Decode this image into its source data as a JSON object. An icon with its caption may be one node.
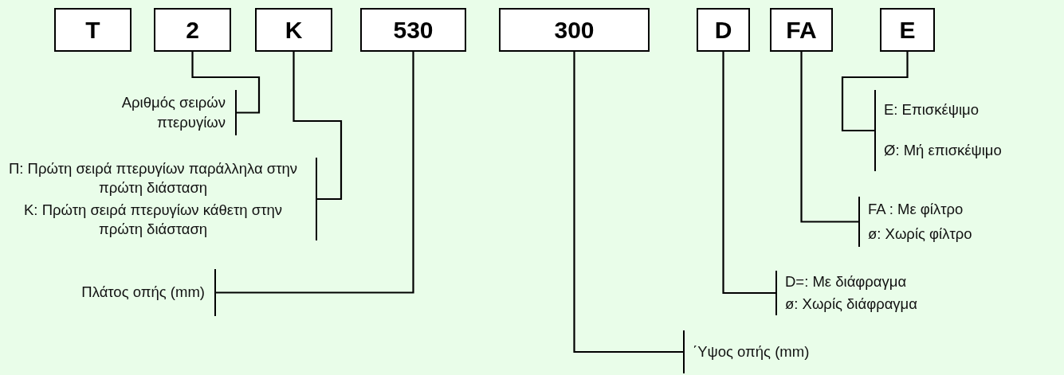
{
  "diagram": {
    "nodes": [
      {
        "text": [
          "T"
        ]
      },
      {
        "text": [
          "2"
        ]
      },
      {
        "text": [
          "K"
        ]
      },
      {
        "text": [
          "530"
        ]
      },
      {
        "text": [
          "300"
        ]
      },
      {
        "text": [
          "D"
        ]
      },
      {
        "text": [
          "FA"
        ]
      },
      {
        "text": [
          "E"
        ]
      },
      {
        "text": [
          "Αριθμός σειρών πτερυγίων"
        ]
      },
      {
        "text": [
          "Π: Πρώτη σειρά πτερυγίων παράλληλα στην πρώτη διάσταση",
          "K: Πρώτη σειρά πτερυγίων κάθετη στην πρώτη διάσταση"
        ]
      },
      {
        "text": [
          "Πλάτος οπής (mm)"
        ]
      },
      {
        "text": [
          "E: Επισκέψιμο",
          "Ø: Μή επισκέψιμο"
        ]
      },
      {
        "text": [
          "FA : Με φίλτρο",
          "ø: Χωρίς φίλτρο"
        ]
      },
      {
        "text": [
          "D=: Με διάφραγμα",
          "ø: Χωρίς διάφραγμα"
        ]
      },
      {
        "text": [
          "΄Υψος οπής (mm)"
        ]
      }
    ],
    "edges": [
      {
        "from": 1,
        "to": 8,
        "arrow": "none"
      },
      {
        "from": 2,
        "to": 9,
        "arrow": "none"
      },
      {
        "from": 3,
        "to": 10,
        "arrow": "none"
      },
      {
        "from": 7,
        "to": 11,
        "arrow": "none"
      },
      {
        "from": 6,
        "to": 12,
        "arrow": "none"
      },
      {
        "from": 5,
        "to": 13,
        "arrow": "none"
      },
      {
        "from": 4,
        "to": 14,
        "arrow": "none"
      }
    ]
  }
}
